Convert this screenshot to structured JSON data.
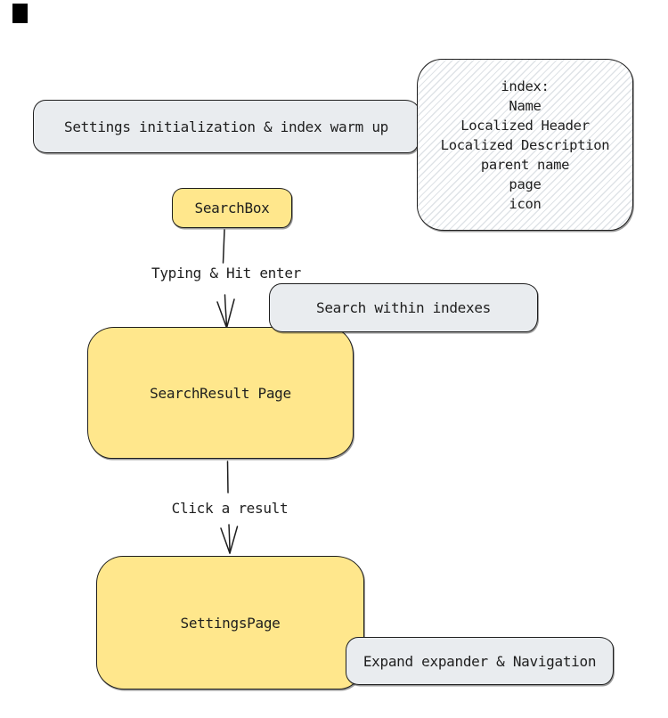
{
  "colors": {
    "ink": "#1e1e1e",
    "yellow": "#ffe78c",
    "gray": "#e9ecef",
    "hatch": "#dfe3e7"
  },
  "diagram": {
    "nodes": {
      "settings_init": {
        "label": "Settings initialization & index warm up",
        "fill": "gray"
      },
      "index_box": {
        "fill": "white-hachure",
        "lines": [
          "index:",
          "Name",
          "Localized Header",
          "Localized Description",
          "parent name",
          "page",
          "icon"
        ]
      },
      "search_box": {
        "label": "SearchBox",
        "fill": "yellow"
      },
      "search_within": {
        "label": "Search within indexes",
        "fill": "gray"
      },
      "search_result": {
        "label": "SearchResult Page",
        "fill": "yellow"
      },
      "settings_page": {
        "label": "SettingsPage",
        "fill": "yellow"
      },
      "expand_nav": {
        "label": "Expand expander & Navigation",
        "fill": "gray"
      }
    },
    "edges": [
      {
        "from": "search_box",
        "to": "search_result",
        "label": "Typing & Hit enter"
      },
      {
        "from": "search_result",
        "to": "settings_page",
        "label": "Click a result"
      }
    ]
  }
}
